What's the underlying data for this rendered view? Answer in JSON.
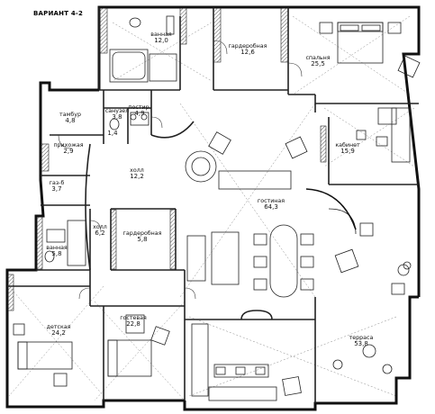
{
  "title": "ВАРИАНТ 4-2",
  "rooms": [
    {
      "key": "vannaya_top",
      "name": "ванная",
      "area": "12,0"
    },
    {
      "key": "garderob_top",
      "name": "гардеробная",
      "area": "12,6"
    },
    {
      "key": "spalnya",
      "name": "спальня",
      "area": "25,5"
    },
    {
      "key": "tambur",
      "name": "тамбур",
      "area": "4,8"
    },
    {
      "key": "sanuzel",
      "name": "санузел",
      "area": "3,8"
    },
    {
      "key": "postir",
      "name": "постир.",
      "area": "4,9"
    },
    {
      "key": "small_14",
      "name": "",
      "area": "1,4"
    },
    {
      "key": "prihozhaya",
      "name": "прихожая",
      "area": "2,9"
    },
    {
      "key": "holl1",
      "name": "холл",
      "area": "12,2"
    },
    {
      "key": "kabinet",
      "name": "кабинет",
      "area": "15,9"
    },
    {
      "key": "gazb",
      "name": "газ-б",
      "area": "3,7"
    },
    {
      "key": "gostinaya_main",
      "name": "гостиная",
      "area": "64,3"
    },
    {
      "key": "holl2",
      "name": "холл",
      "area": "6,2"
    },
    {
      "key": "garderob_mid",
      "name": "гардеробная",
      "area": "5,8"
    },
    {
      "key": "vannaya_mid",
      "name": "ванная",
      "area": "5,8"
    },
    {
      "key": "detskaya",
      "name": "детская",
      "area": "24,2"
    },
    {
      "key": "gostevaya",
      "name": "гостевая",
      "area": "22,8"
    },
    {
      "key": "terrasa",
      "name": "терраса",
      "area": "53,8"
    }
  ]
}
